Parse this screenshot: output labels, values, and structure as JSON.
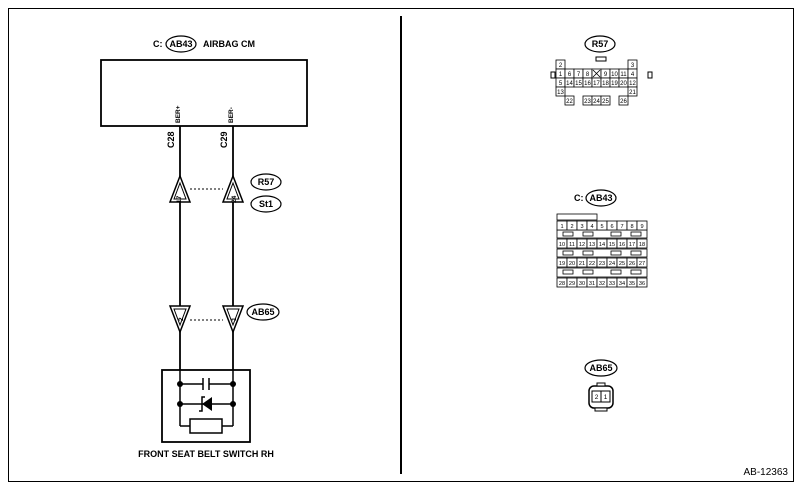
{
  "diagram_id": "AB-12363",
  "left": {
    "module_prefix": "C:",
    "module_connector": "AB43",
    "module_name": "AIRBAG CM",
    "pin_left_name": "BER+",
    "pin_right_name": "BER-",
    "pin_left_number": "C28",
    "pin_right_number": "C29",
    "conn_upper": "R57",
    "conn_upper_2": "St1",
    "upper_left_terminal": "17",
    "upper_right_terminal": "24",
    "conn_lower": "AB65",
    "lower_left_terminal": "2",
    "lower_right_terminal": "1",
    "switch_label": "FRONT SEAT BELT SWITCH RH"
  },
  "right": {
    "r57_label": "R57",
    "r57_rows": [
      [
        "2",
        "",
        "",
        "",
        "",
        "",
        "",
        "",
        "3"
      ],
      [
        "1",
        "6",
        "7",
        "8",
        "X",
        "9",
        "10",
        "11",
        "4"
      ],
      [
        "5",
        "14",
        "15",
        "16",
        "17",
        "18",
        "19",
        "20",
        "12"
      ],
      [
        "13",
        "",
        "",
        "",
        "",
        "",
        "",
        "",
        "21"
      ],
      [
        "",
        "22",
        "",
        "23",
        "24",
        "25",
        "",
        "26",
        ""
      ]
    ],
    "ab43_prefix": "C:",
    "ab43_label": "AB43",
    "ab43_rows": [
      [
        "1",
        "2",
        "3",
        "4",
        "5",
        "6",
        "7",
        "8",
        "9"
      ],
      [
        "10",
        "11",
        "12",
        "13",
        "14",
        "15",
        "16",
        "17",
        "18"
      ],
      [
        "19",
        "20",
        "21",
        "22",
        "23",
        "24",
        "25",
        "26",
        "27"
      ],
      [
        "28",
        "29",
        "30",
        "31",
        "32",
        "33",
        "34",
        "35",
        "36"
      ]
    ],
    "ab65_label": "AB65",
    "ab65_pins": [
      "2",
      "1"
    ]
  }
}
